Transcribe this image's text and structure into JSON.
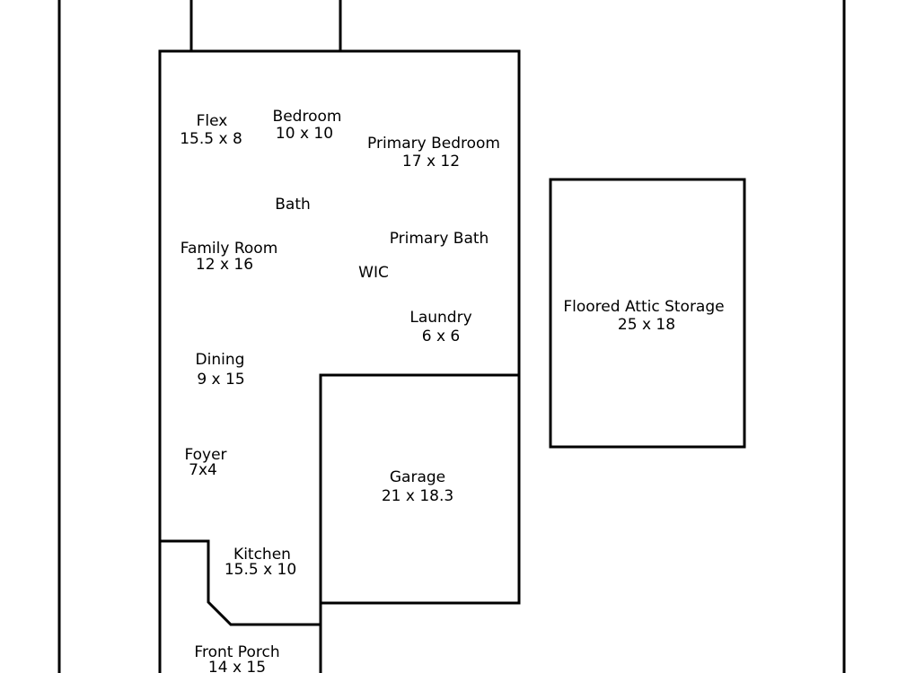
{
  "rooms": {
    "flex": {
      "name": "Flex",
      "size": "15.5 x 8"
    },
    "bedroom": {
      "name": "Bedroom",
      "size": "10 x 10"
    },
    "primary_bedroom": {
      "name": "Primary Bedroom",
      "size": "17 x 12"
    },
    "bath": {
      "name": "Bath"
    },
    "family_room": {
      "name": "Family Room",
      "size": "12 x 16"
    },
    "primary_bath": {
      "name": "Primary Bath"
    },
    "wic": {
      "name": "WIC"
    },
    "laundry": {
      "name": "Laundry",
      "size": "6 x 6"
    },
    "dining": {
      "name": "Dining",
      "size": "9 x 15"
    },
    "foyer": {
      "name": "Foyer",
      "size": "7x4"
    },
    "garage": {
      "name": "Garage",
      "size": "21 x 18.3"
    },
    "kitchen": {
      "name": "Kitchen",
      "size": "15.5 x 10"
    },
    "front_porch": {
      "name": "Front Porch",
      "size": "14 x 15"
    },
    "attic": {
      "name": "Floored Attic Storage",
      "size": "25 x 18"
    }
  }
}
